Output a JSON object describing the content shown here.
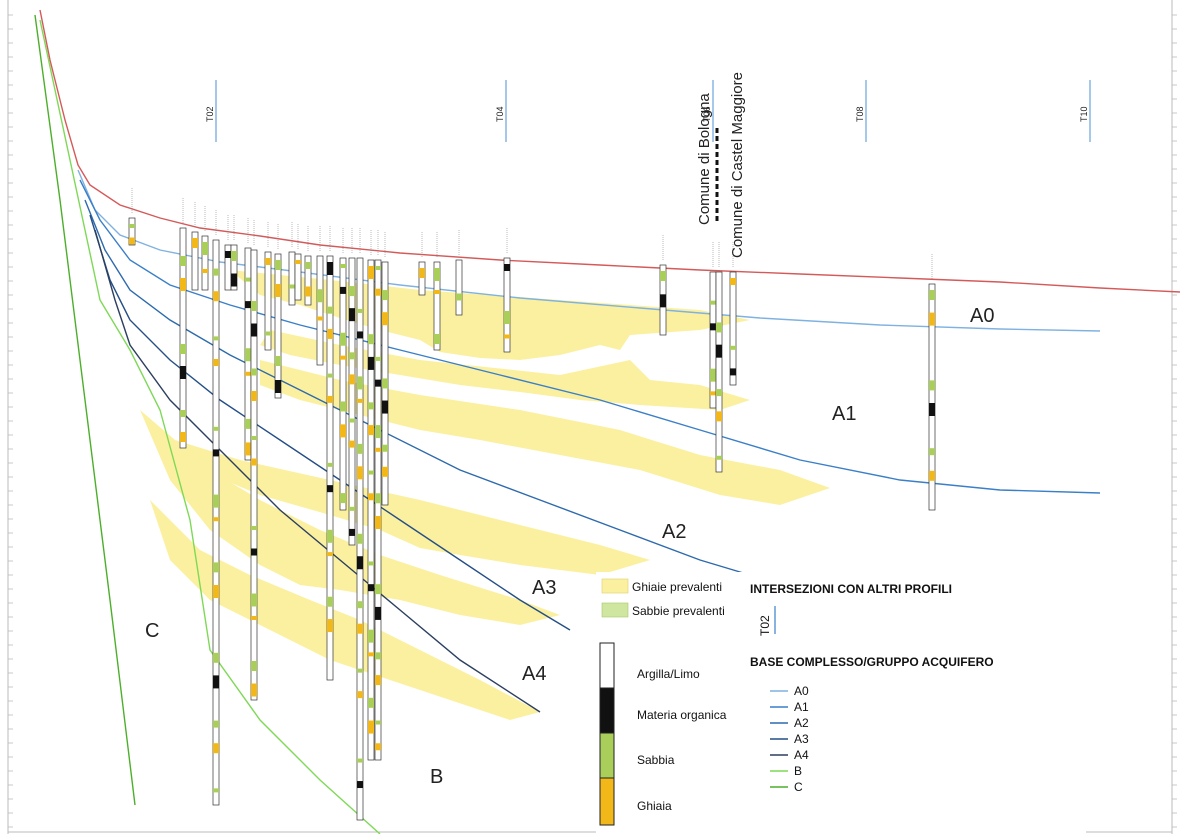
{
  "communes": {
    "bologna": "Comune di Bologna",
    "castel_maggiore": "Comune di Castel Maggiore"
  },
  "intersections": [
    "T02",
    "T04",
    "T06",
    "T08",
    "T10"
  ],
  "units": {
    "A0": "A0",
    "A1": "A1",
    "A2": "A2",
    "A3": "A3",
    "A4": "A4",
    "B": "B",
    "C": "C"
  },
  "legend": {
    "ghiaie_prevalenti": "Ghiaie prevalenti",
    "sabbie_prevalenti": "Sabbie prevalenti",
    "argilla_limo": "Argilla/Limo",
    "materia_organica": "Materia organica",
    "sabbia": "Sabbia",
    "ghiaia": "Ghiaia",
    "intersections_title": "INTERSEZIONI CON ALTRI PROFILI",
    "intersection_sample": "T02",
    "base_title": "BASE COMPLESSO/GRUPPO ACQUIFERO",
    "base_items": [
      {
        "label": "A0",
        "color": "#7fb2e0"
      },
      {
        "label": "A1",
        "color": "#3a7fc8"
      },
      {
        "label": "A2",
        "color": "#2d6aad"
      },
      {
        "label": "A3",
        "color": "#244f86"
      },
      {
        "label": "A4",
        "color": "#2b3f60"
      },
      {
        "label": "B",
        "color": "#7ed957"
      },
      {
        "label": "C",
        "color": "#4caf2a"
      }
    ]
  },
  "colors": {
    "topography": "#d45a5a",
    "ghiaie_fill": "#fbf0a0",
    "sabbie_fill": "#cfe6a0",
    "clay": "#ffffff",
    "organic": "#111111",
    "sand": "#a9cf5a",
    "gravel": "#f2b81a"
  }
}
